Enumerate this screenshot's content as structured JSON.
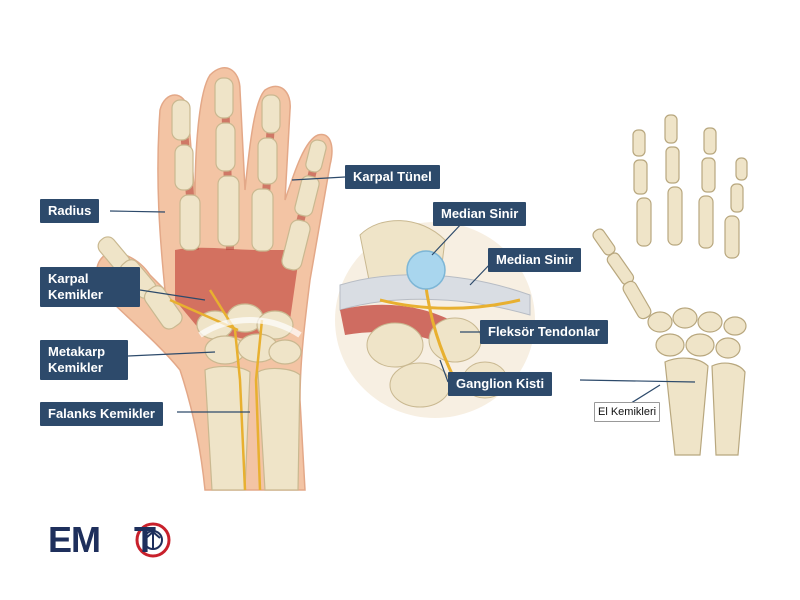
{
  "labels": {
    "radius": "Radius",
    "karpal_tunel": "Karpal Tünel",
    "karpal_kemikler_1": "Karpal",
    "karpal_kemikler_2": "Kemikler",
    "metakarp_1": "Metakarp",
    "metakarp_2": "Kemikler",
    "falanks": "Falanks Kemikler",
    "median_sinir_top": "Median Sinir",
    "median_sinir_right": "Median Sinir",
    "fleksor": "Fleksör Tendonlar",
    "ganglion": "Ganglion Kisti",
    "el_kemikleri": "El Kemikleri"
  },
  "logo": {
    "text_left": "EM",
    "text_right": "T",
    "colors": {
      "navy": "#1e2f5c",
      "red": "#c8202b"
    }
  },
  "colors": {
    "label_bg": "#2d4a6b",
    "skin": "#f3c4a4",
    "bone": "#efe4c8",
    "muscle": "#c8554a",
    "nerve": "#e8b030",
    "cyst": "#a9d6ee"
  }
}
